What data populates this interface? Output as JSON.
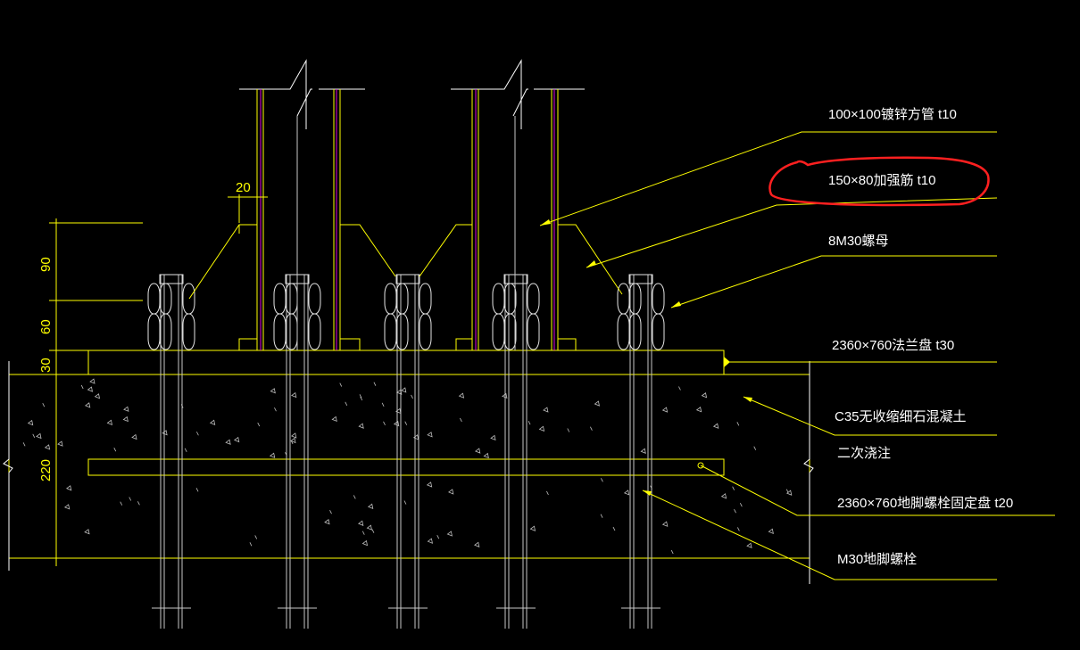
{
  "colors": {
    "background": "#000000",
    "outline": "#ffff00",
    "label_text": "#ffffff",
    "pipe_wall": "#e000e0",
    "highlight": "#ff2020"
  },
  "labels": {
    "square_tube": "100×100镀锌方管 t10",
    "stiffener": "150×80加强筋 t10",
    "nut": "8M30螺母",
    "flange": "2360×760法兰盘 t30",
    "concrete_line1": "C35无收缩细石混凝土",
    "concrete_line2": "二次浇注",
    "anchor_plate": "2360×760地脚螺栓固定盘 t20",
    "anchor_bolt": "M30地脚螺栓"
  },
  "dimensions": {
    "gusset_width": "20",
    "height_90": "90",
    "height_60": "60",
    "height_30": "30",
    "height_220": "220"
  },
  "highlight": {
    "target": "stiffener",
    "shape": "freehand-ellipse"
  }
}
